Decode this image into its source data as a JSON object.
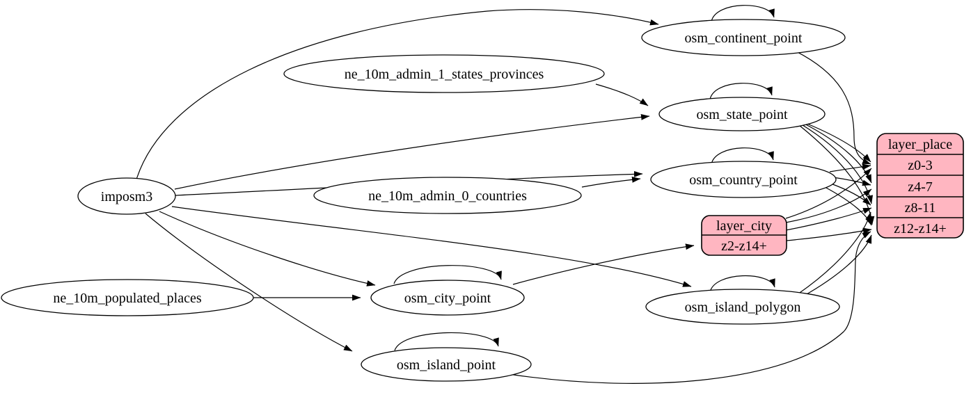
{
  "diagram": {
    "type": "graphviz-etl-graph",
    "background": "#ffffff",
    "colors": {
      "record_fill": "#ffb6c1",
      "node_fill": "#ffffff",
      "edge_stroke": "#000000",
      "text": "#000000"
    },
    "nodes": {
      "imposm3": {
        "label": "imposm3"
      },
      "ne_10m_admin_1_states_provinces": {
        "label": "ne_10m_admin_1_states_provinces"
      },
      "ne_10m_admin_0_countries": {
        "label": "ne_10m_admin_0_countries"
      },
      "ne_10m_populated_places": {
        "label": "ne_10m_populated_places"
      },
      "osm_continent_point": {
        "label": "osm_continent_point"
      },
      "osm_state_point": {
        "label": "osm_state_point"
      },
      "osm_country_point": {
        "label": "osm_country_point"
      },
      "osm_city_point": {
        "label": "osm_city_point"
      },
      "osm_island_polygon": {
        "label": "osm_island_polygon"
      },
      "osm_island_point": {
        "label": "osm_island_point"
      }
    },
    "records": {
      "layer_place": {
        "header": "layer_place",
        "rows": [
          "z0-3",
          "z4-7",
          "z8-11",
          "z12-z14+"
        ]
      },
      "layer_city": {
        "header": "layer_city",
        "rows": [
          "z2-z14+"
        ]
      }
    },
    "edges": [
      {
        "from": "imposm3",
        "to": "osm_continent_point"
      },
      {
        "from": "imposm3",
        "to": "osm_state_point"
      },
      {
        "from": "imposm3",
        "to": "osm_country_point"
      },
      {
        "from": "imposm3",
        "to": "osm_city_point"
      },
      {
        "from": "imposm3",
        "to": "osm_island_polygon"
      },
      {
        "from": "imposm3",
        "to": "osm_island_point"
      },
      {
        "from": "ne_10m_admin_1_states_provinces",
        "to": "osm_state_point"
      },
      {
        "from": "ne_10m_admin_0_countries",
        "to": "osm_country_point"
      },
      {
        "from": "ne_10m_populated_places",
        "to": "osm_city_point"
      },
      {
        "from": "osm_continent_point",
        "to": "osm_continent_point"
      },
      {
        "from": "osm_state_point",
        "to": "osm_state_point"
      },
      {
        "from": "osm_country_point",
        "to": "osm_country_point"
      },
      {
        "from": "osm_city_point",
        "to": "osm_city_point"
      },
      {
        "from": "osm_island_polygon",
        "to": "osm_island_polygon"
      },
      {
        "from": "osm_island_point",
        "to": "osm_island_point"
      },
      {
        "from": "osm_continent_point",
        "to": "layer_place:z0-3"
      },
      {
        "from": "osm_state_point",
        "to": "layer_place:z0-3"
      },
      {
        "from": "osm_state_point",
        "to": "layer_place:z4-7"
      },
      {
        "from": "osm_state_point",
        "to": "layer_place:z8-11"
      },
      {
        "from": "osm_state_point",
        "to": "layer_place:z12-z14+"
      },
      {
        "from": "osm_country_point",
        "to": "layer_place:z0-3"
      },
      {
        "from": "osm_country_point",
        "to": "layer_place:z4-7"
      },
      {
        "from": "osm_country_point",
        "to": "layer_place:z8-11"
      },
      {
        "from": "osm_country_point",
        "to": "layer_place:z12-z14+"
      },
      {
        "from": "osm_city_point",
        "to": "layer_city:z2-z14+"
      },
      {
        "from": "osm_city_point",
        "to": "layer_place:z0-3"
      },
      {
        "from": "osm_city_point",
        "to": "layer_place:z4-7"
      },
      {
        "from": "osm_city_point",
        "to": "layer_place:z8-11"
      },
      {
        "from": "osm_city_point",
        "to": "layer_place:z12-z14+"
      },
      {
        "from": "osm_island_polygon",
        "to": "layer_place:z8-11"
      },
      {
        "from": "osm_island_polygon",
        "to": "layer_place:z12-z14+"
      },
      {
        "from": "osm_island_point",
        "to": "layer_place:z12-z14+"
      }
    ]
  }
}
